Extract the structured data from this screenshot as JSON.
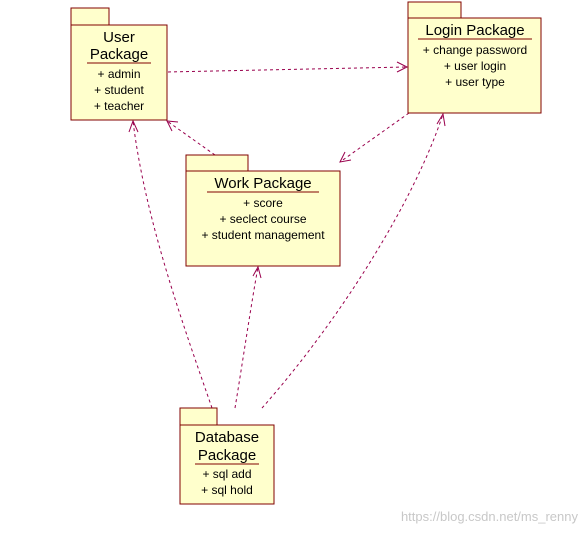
{
  "packages": {
    "user": {
      "name_lines": [
        "User",
        "Package"
      ],
      "items": [
        "+ admin",
        "+ student",
        "+ teacher"
      ]
    },
    "login": {
      "name_lines": [
        "Login Package"
      ],
      "items": [
        "+ change password",
        "+ user login",
        "+ user type"
      ]
    },
    "work": {
      "name_lines": [
        "Work Package"
      ],
      "items": [
        "+ score",
        "+ seclect course",
        "+ student management"
      ]
    },
    "database": {
      "name_lines": [
        "Database",
        "Package"
      ],
      "items": [
        "+ sql add",
        "+ sql hold"
      ]
    }
  },
  "dependencies": [
    {
      "from": "user",
      "to": "login"
    },
    {
      "from": "login",
      "to": "work"
    },
    {
      "from": "work",
      "to": "user"
    },
    {
      "from": "database",
      "to": "user"
    },
    {
      "from": "database",
      "to": "work"
    },
    {
      "from": "database",
      "to": "login"
    }
  ],
  "colors": {
    "package_fill": "#ffffcc",
    "package_border": "#800000",
    "dependency_line": "#99004d"
  },
  "watermark": "https://blog.csdn.net/ms_renny"
}
